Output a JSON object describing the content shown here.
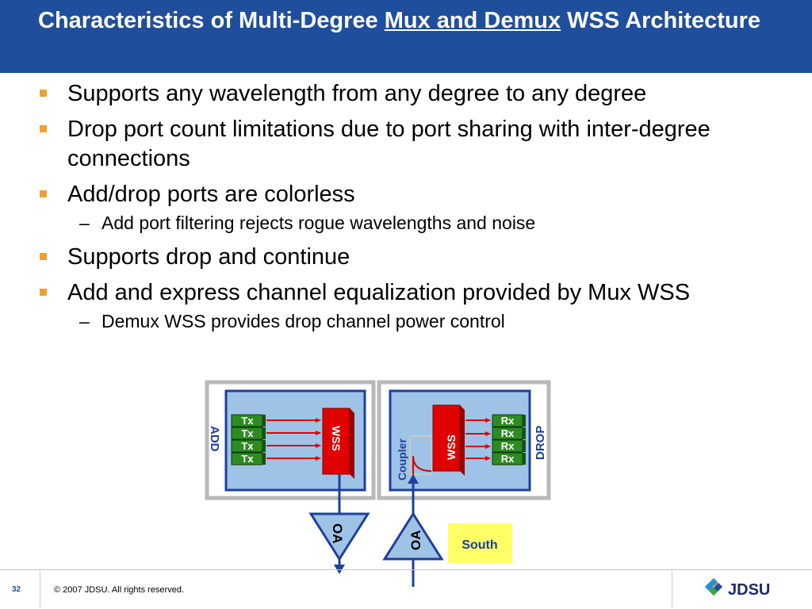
{
  "slide": {
    "title_pre": "Characteristics of Multi-Degree ",
    "title_link": "Mux and Demux",
    "title_post": " WSS Architecture",
    "bullets": [
      {
        "text": "Supports any wavelength from any degree to any degree",
        "sub": []
      },
      {
        "text": "Drop port count limitations due to port sharing with inter-degree connections",
        "sub": []
      },
      {
        "text": "Add/drop ports are colorless",
        "sub": [
          "Add port filtering rejects rogue wavelengths and noise"
        ]
      },
      {
        "text": "Supports drop and continue",
        "sub": []
      },
      {
        "text": "Add and express channel equalization provided by Mux WSS",
        "sub": [
          "Demux WSS provides drop channel power control"
        ]
      }
    ],
    "sub_dash": "–"
  },
  "diagram": {
    "add_label": "ADD",
    "drop_label": "DROP",
    "tx_label": "Tx",
    "rx_label": "Rx",
    "wss_label": "WSS",
    "coupler_label": "Coupler",
    "oa_label": "OA",
    "south_label": "South",
    "colors": {
      "panel_bg": "#9ec3e6",
      "panel_border": "#1f3f9c",
      "tx_rx_green": "#2e8b22",
      "wss_red": "#e00000",
      "arrow_red": "#e00000",
      "south_bg": "#ffff66"
    }
  },
  "footer": {
    "page_number": "32",
    "copyright": "© 2007 JDSU. All rights reserved.",
    "logo_text": "JDSU"
  }
}
